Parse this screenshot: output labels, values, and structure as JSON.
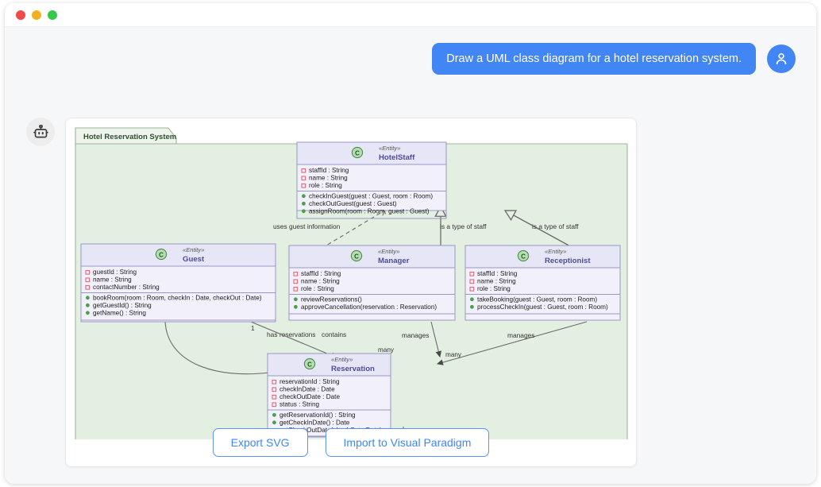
{
  "window": {
    "controls": [
      "close",
      "minimize",
      "maximize"
    ]
  },
  "conversation": {
    "user": {
      "avatar_icon": "person-icon",
      "message": "Draw a UML class diagram for a hotel reservation system."
    },
    "assistant": {
      "avatar_icon": "robot-icon"
    }
  },
  "actions": {
    "export_svg": "Export SVG",
    "import_vp": "Import to Visual Paradigm"
  },
  "diagram": {
    "frame_label": "Hotel Reservation System",
    "stereotype": "«Entity»",
    "colors": {
      "frame_fill": "#e3efe0",
      "frame_stroke": "#9cb698",
      "class_header_fill": "#e7e6f7",
      "class_body_fill": "#f2f1fb",
      "class_stroke": "#9a97c4",
      "class_name": "#4c4c9c",
      "attribute_marker": "#e06a78",
      "operation_marker": "#4aa14a",
      "link_stroke": "#6b6b6b",
      "icon_circle": "#9ccb9c"
    },
    "classes": [
      {
        "name": "HotelStaff",
        "stereotype": "«Entity»",
        "attributes": [
          "staffId : String",
          "name : String",
          "role : String"
        ],
        "operations": [
          "checkInGuest(guest : Guest, room : Room)",
          "checkOutGuest(guest : Guest)",
          "assignRoom(room : Room, guest : Guest)"
        ]
      },
      {
        "name": "Guest",
        "stereotype": "«Entity»",
        "attributes": [
          "guestId : String",
          "name : String",
          "contactNumber : String"
        ],
        "operations": [
          "bookRoom(room : Room, checkIn : Date, checkOut : Date)",
          "getGuestId() : String",
          "getName() : String"
        ]
      },
      {
        "name": "Manager",
        "stereotype": "«Entity»",
        "attributes": [
          "staffId : String",
          "name : String",
          "role : String"
        ],
        "operations": [
          "reviewReservations()",
          "approveCancellation(reservation : Reservation)"
        ]
      },
      {
        "name": "Receptionist",
        "stereotype": "«Entity»",
        "attributes": [
          "staffId : String",
          "name : String",
          "role : String"
        ],
        "operations": [
          "takeBooking(guest : Guest, room : Room)",
          "processCheckIn(guest : Guest, room : Room)"
        ]
      },
      {
        "name": "Reservation",
        "stereotype": "«Entity»",
        "attributes": [
          "reservationId : String",
          "checkInDate : Date",
          "checkOutDate : Date",
          "status : String"
        ],
        "operations": [
          "getReservationId() : String",
          "getCheckInDate() : Date",
          "setCheckOutDate(checkOut : Date)"
        ]
      }
    ],
    "relationships": [
      {
        "from": "HotelStaff",
        "to": "Guest",
        "label": "uses guest information",
        "type": "dependency"
      },
      {
        "from": "Manager",
        "to": "HotelStaff",
        "label": "is a type of staff",
        "type": "generalization"
      },
      {
        "from": "Receptionist",
        "to": "HotelStaff",
        "label": "is a type of staff",
        "type": "generalization"
      },
      {
        "from": "Guest",
        "to": "Reservation",
        "label": "has reservations",
        "type": "aggregation",
        "source_multiplicity": "1",
        "target_multiplicity": "many"
      },
      {
        "from": "Guest",
        "to": "Reservation",
        "label": "contains",
        "type": "composition",
        "source_multiplicity": "1"
      },
      {
        "from": "Manager",
        "to": "Reservation",
        "label": "manages",
        "type": "association",
        "target_multiplicity": "many"
      },
      {
        "from": "Receptionist",
        "to": "Reservation",
        "label": "manages",
        "type": "association",
        "target_multiplicity": "many"
      }
    ]
  }
}
